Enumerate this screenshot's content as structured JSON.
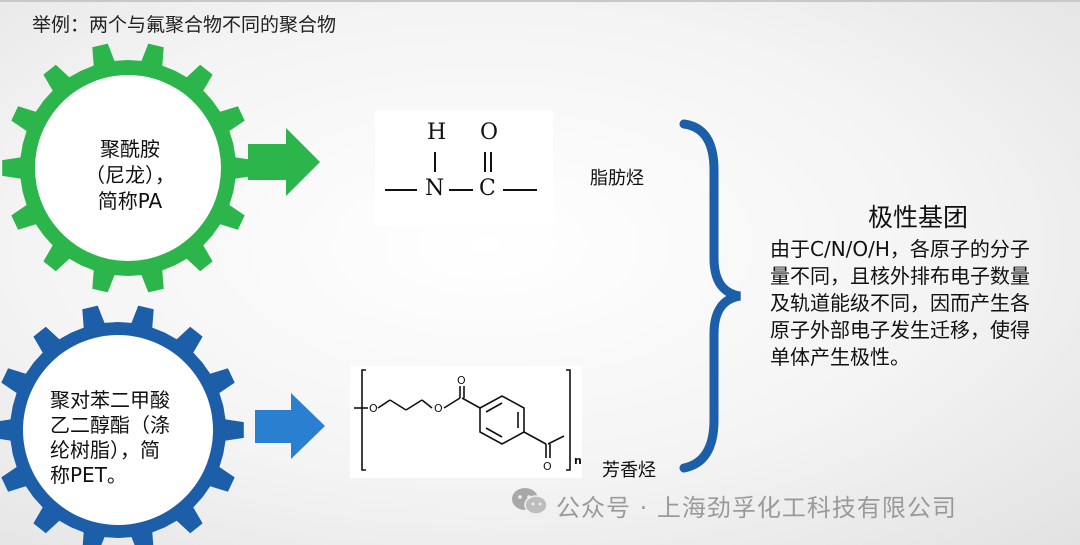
{
  "header": {
    "title": "举例：两个与氟聚合物不同的聚合物"
  },
  "gear1": {
    "line1": "聚酰胺",
    "line2": "（尼龙），",
    "line3": "简称PA",
    "color": "#2bb54a"
  },
  "gear2": {
    "line1": "聚对苯二甲酸",
    "line2": "乙二醇酯（涤",
    "line3": "纶树脂），简",
    "line4": "称PET。",
    "color": "#1d5ea8"
  },
  "arrows": {
    "top_color": "#2bb54a",
    "bottom_color": "#2a7fd0"
  },
  "chem1": {
    "atom_h": "H",
    "atom_o": "O",
    "atom_n": "N",
    "atom_c": "C"
  },
  "chem2": {
    "subscript": "n"
  },
  "labels": {
    "aliphatic": "脂肪烃",
    "aromatic": "芳香烃"
  },
  "brace": {
    "color": "#1d5ea8"
  },
  "polar": {
    "title": "极性基团",
    "line1": "由于C/N/O/H，各原子的分子",
    "line2": "量不同，且核外排布电子数量",
    "line3": "及轨道能级不同，因而产生各",
    "line4": "原子外部电子发生迁移，使得",
    "line5": "单体产生极性。"
  },
  "watermark": {
    "text": "公众号 · 上海劲孚化工科技有限公司",
    "icon": "wechat-icon"
  }
}
